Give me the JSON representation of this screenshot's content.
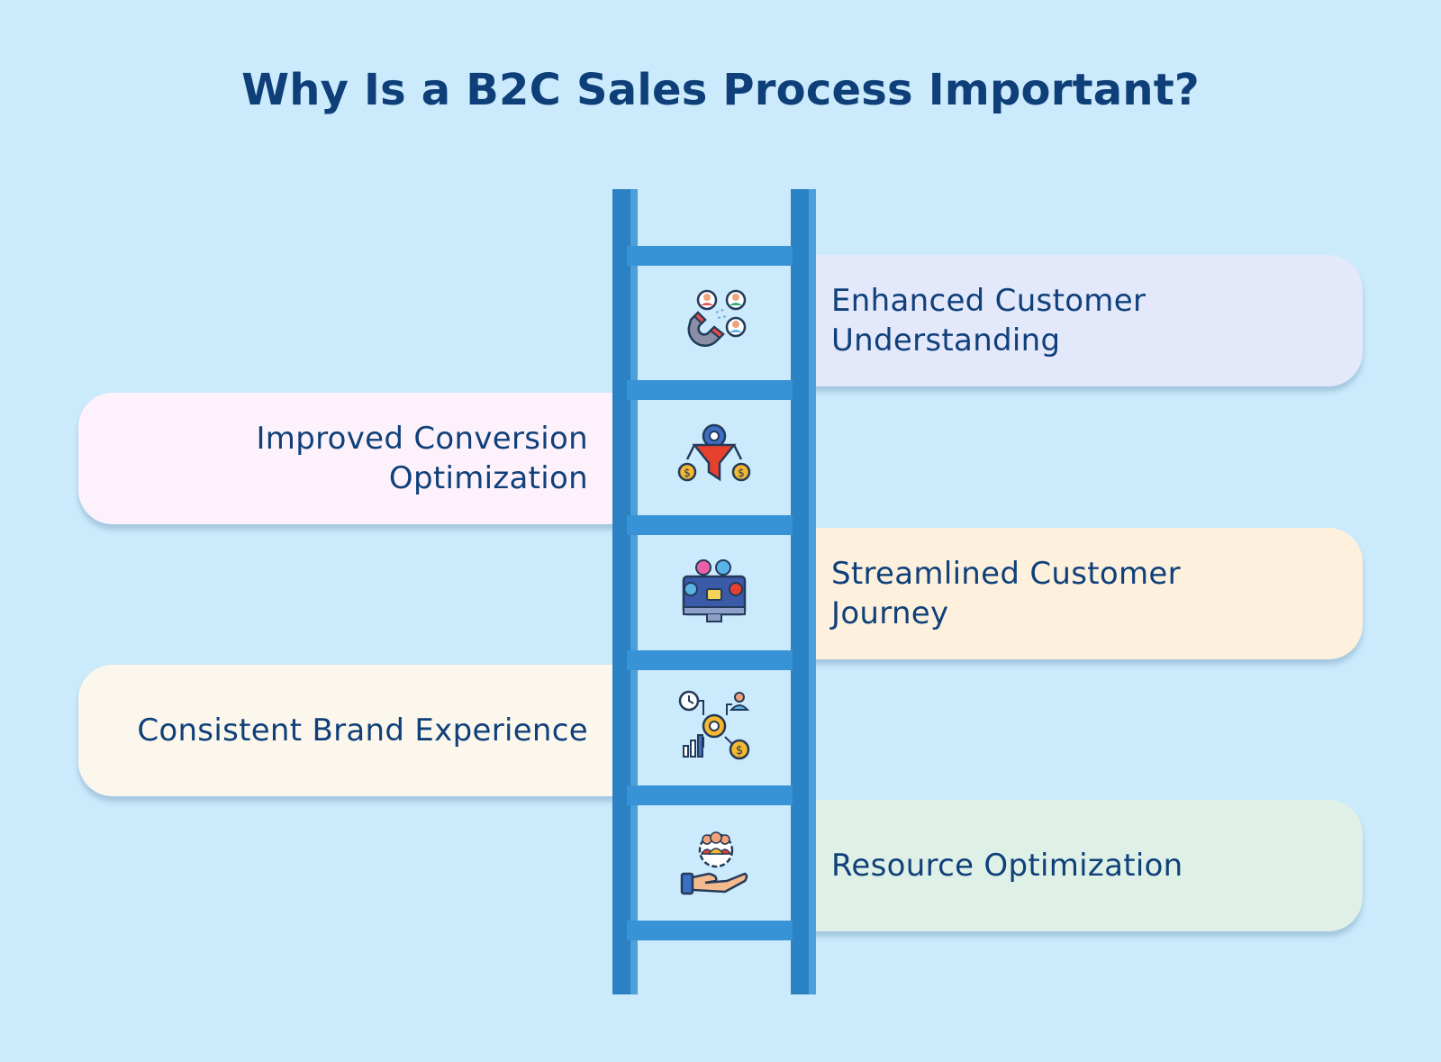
{
  "title": "Why Is a B2C Sales Process Important?",
  "colors": {
    "background": "#cbeafc",
    "title": "#0e3f78",
    "ladder": "#2a82c4",
    "text": "#10407a"
  },
  "steps": [
    {
      "label": "Enhanced Customer\nUnderstanding",
      "side": "right",
      "icon": "magnet-customers-icon",
      "color": "#e3e8fb"
    },
    {
      "label": "Improved Conversion\nOptimization",
      "side": "left",
      "icon": "funnel-gear-icon",
      "color": "#fdf2fb"
    },
    {
      "label": "Streamlined Customer\nJourney",
      "side": "right",
      "icon": "monitor-social-icon",
      "color": "#fdf1dd"
    },
    {
      "label": "Consistent Brand Experience",
      "side": "left",
      "icon": "process-gear-icon",
      "color": "#fcf7ed"
    },
    {
      "label": "Resource Optimization",
      "side": "right",
      "icon": "hand-team-icon",
      "color": "#dff0e6"
    }
  ]
}
